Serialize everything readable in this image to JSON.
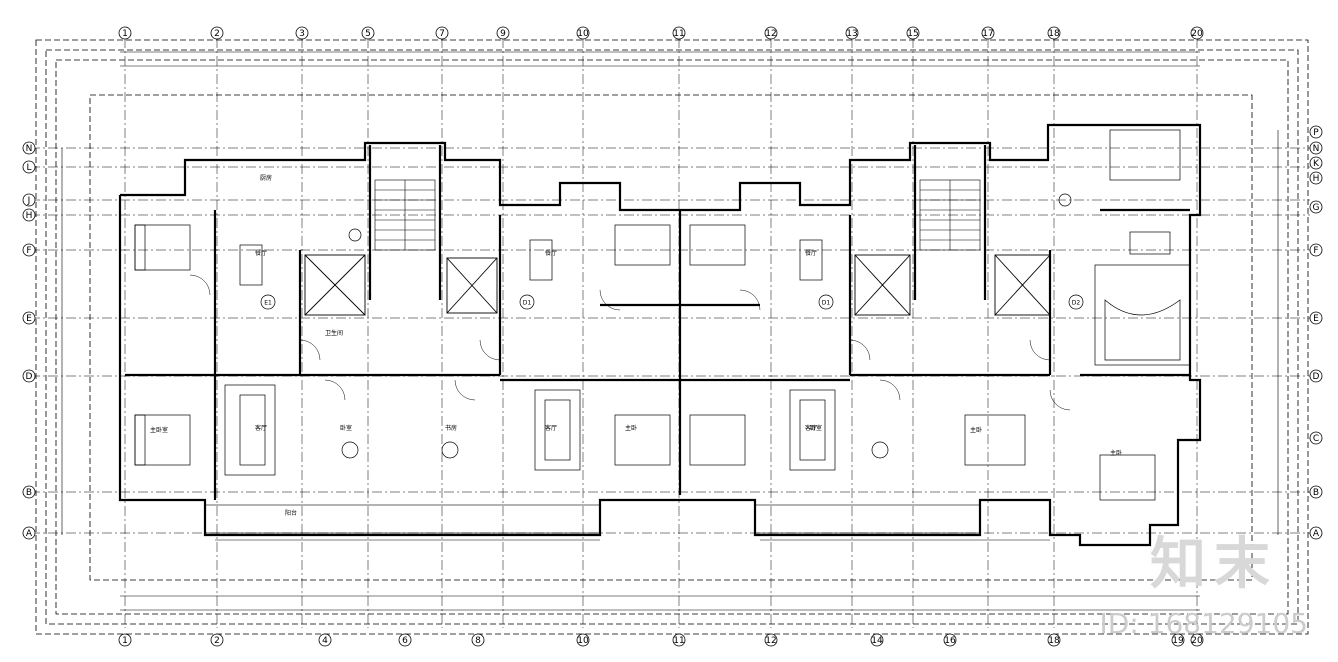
{
  "top_axes": [
    "1",
    "2",
    "3",
    "5",
    "7",
    "9",
    "10",
    "11",
    "12",
    "13",
    "15",
    "17",
    "18",
    "20"
  ],
  "bottom_axes": [
    "1",
    "2",
    "4",
    "6",
    "8",
    "10",
    "11",
    "12",
    "14",
    "16",
    "18",
    "19",
    "20"
  ],
  "row_axes": [
    "N",
    "L",
    "J",
    "H",
    "F",
    "E",
    "D",
    "B",
    "A"
  ],
  "right_axes": [
    "P",
    "N",
    "K",
    "H",
    "G",
    "F",
    "E",
    "D",
    "C",
    "B",
    "A"
  ],
  "unit_tags": [
    "E1",
    "D1",
    "D1",
    "D2"
  ],
  "rooms": [
    {
      "label": "主卧室"
    },
    {
      "label": "餐厅"
    },
    {
      "label": "客厅"
    },
    {
      "label": "卧室"
    },
    {
      "label": "书房"
    },
    {
      "label": "厨房"
    },
    {
      "label": "卫生间"
    },
    {
      "label": "阳台"
    },
    {
      "label": "主卧"
    },
    {
      "label": "客厅"
    },
    {
      "label": "卧室"
    },
    {
      "label": "餐厅"
    },
    {
      "label": "主卧"
    },
    {
      "label": "客厅"
    },
    {
      "label": "餐厅"
    },
    {
      "label": "主卧"
    }
  ],
  "watermark": {
    "brand": "知末",
    "id": "ID: 168129105"
  },
  "colors": {
    "line": "#000000",
    "watermark": "#d0d0d0"
  }
}
